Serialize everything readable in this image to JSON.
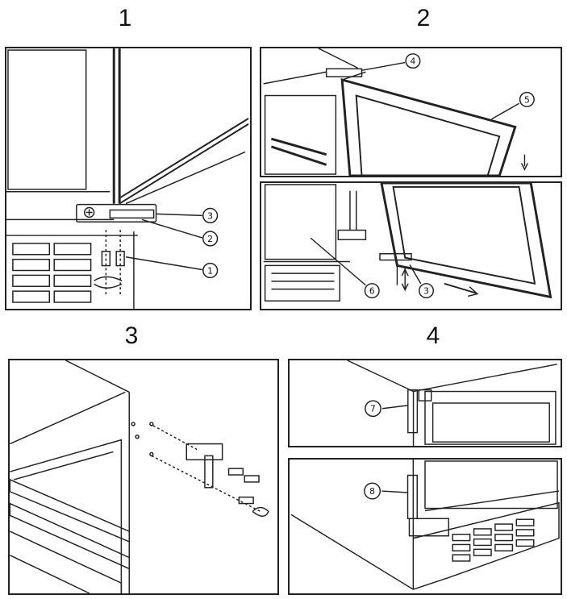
{
  "steps": [
    {
      "number": "1",
      "callouts": [
        "1",
        "2",
        "3"
      ]
    },
    {
      "number": "2",
      "callouts": [
        "4",
        "5",
        "6",
        "3"
      ]
    },
    {
      "number": "3",
      "callouts": []
    },
    {
      "number": "4",
      "callouts": [
        "7",
        "8"
      ]
    }
  ],
  "colors": {
    "line": "#222222",
    "background": "#ffffff"
  }
}
